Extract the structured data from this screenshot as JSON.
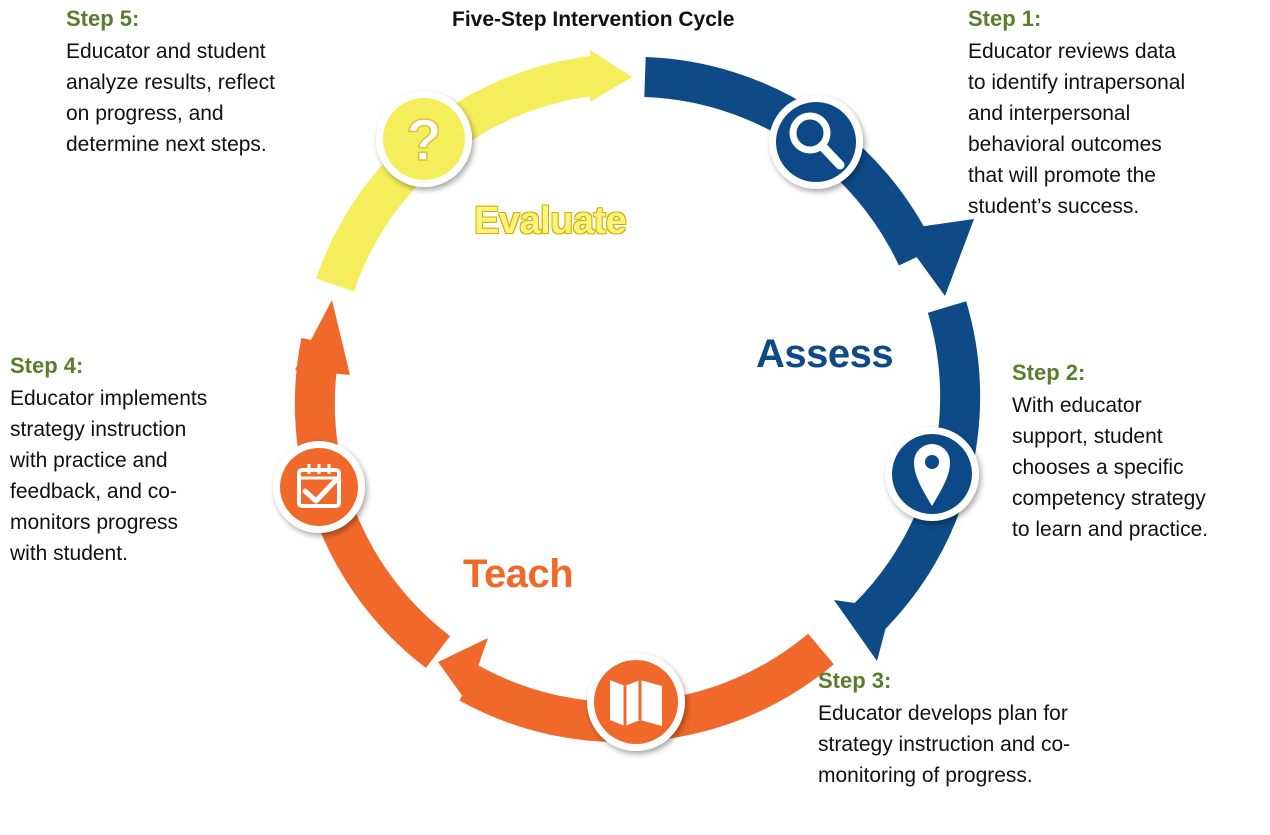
{
  "title": "Five-Step Intervention Cycle",
  "colors": {
    "assess": "#0d4a86",
    "teach": "#f0692a",
    "evaluate": "#f5ee5c",
    "step_heading": "#5a7d2d"
  },
  "phases": {
    "assess": "Assess",
    "teach": "Teach",
    "evaluate": "Evaluate"
  },
  "steps": [
    {
      "heading": "Step 1:",
      "lines": [
        "Educator reviews data",
        "to identify intrapersonal",
        "and interpersonal",
        "behavioral outcomes",
        "that will promote the",
        "student’s success."
      ],
      "icon": "magnifier-icon"
    },
    {
      "heading": "Step 2:",
      "lines": [
        "With educator",
        "support, student",
        "chooses a specific",
        "competency strategy",
        "to learn and practice."
      ],
      "icon": "map-pin-icon"
    },
    {
      "heading": "Step 3:",
      "lines": [
        "Educator develops plan for",
        "strategy instruction and co-",
        "monitoring of progress."
      ],
      "icon": "folded-map-icon"
    },
    {
      "heading": "Step 4:",
      "lines": [
        "Educator implements",
        "strategy instruction",
        "with practice and",
        "feedback, and co-",
        "monitors progress",
        "with student."
      ],
      "icon": "calendar-check-icon"
    },
    {
      "heading": "Step 5:",
      "lines": [
        "Educator and student",
        "analyze results, reflect",
        "on progress, and",
        "determine next steps."
      ],
      "icon": "question-mark-icon"
    }
  ],
  "icon_glyphs": {
    "question": "?"
  }
}
